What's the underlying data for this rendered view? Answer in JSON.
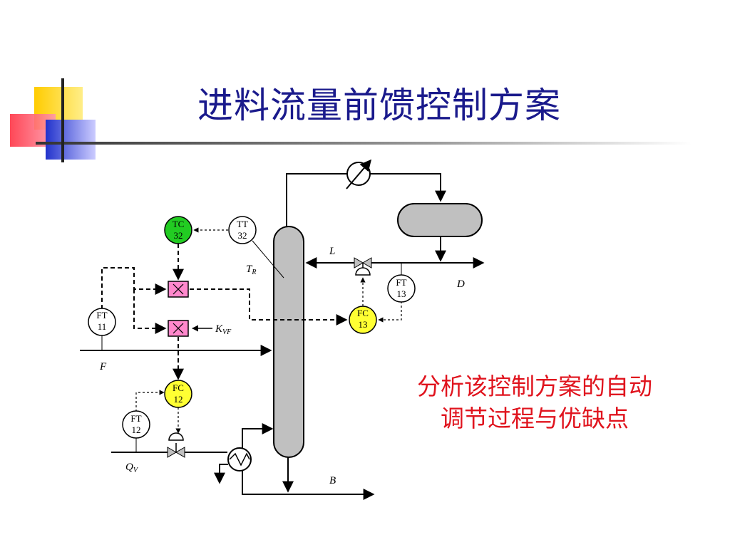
{
  "slide": {
    "title": "进料流量前馈控制方案",
    "question_line1": "分析该控制方案的自动",
    "question_line2": "调节过程与优缺点"
  },
  "instruments": {
    "tc32": {
      "tag": "TC",
      "num": "32",
      "color": "#22cc22"
    },
    "tt32": {
      "tag": "TT",
      "num": "32",
      "color": "#ffffff"
    },
    "ft11": {
      "tag": "FT",
      "num": "11",
      "color": "#ffffff"
    },
    "fc12": {
      "tag": "FC",
      "num": "12",
      "color": "#ffff33"
    },
    "ft12": {
      "tag": "FT",
      "num": "12",
      "color": "#ffffff"
    },
    "fc13": {
      "tag": "FC",
      "num": "13",
      "color": "#ffff33"
    },
    "ft13": {
      "tag": "FT",
      "num": "13",
      "color": "#ffffff"
    }
  },
  "stream_labels": {
    "feed": "F",
    "reflux": "L",
    "distillate": "D",
    "bottoms": "B",
    "steam": "Q",
    "steam_sub": "V",
    "temp": "T",
    "temp_sub": "R",
    "gain": "K",
    "gain_sub": "VF"
  },
  "colors": {
    "title": "#1a1a8c",
    "question": "#e0141e",
    "column_fill": "#c0c0c0",
    "multiplier_fill": "#ff88cc"
  }
}
